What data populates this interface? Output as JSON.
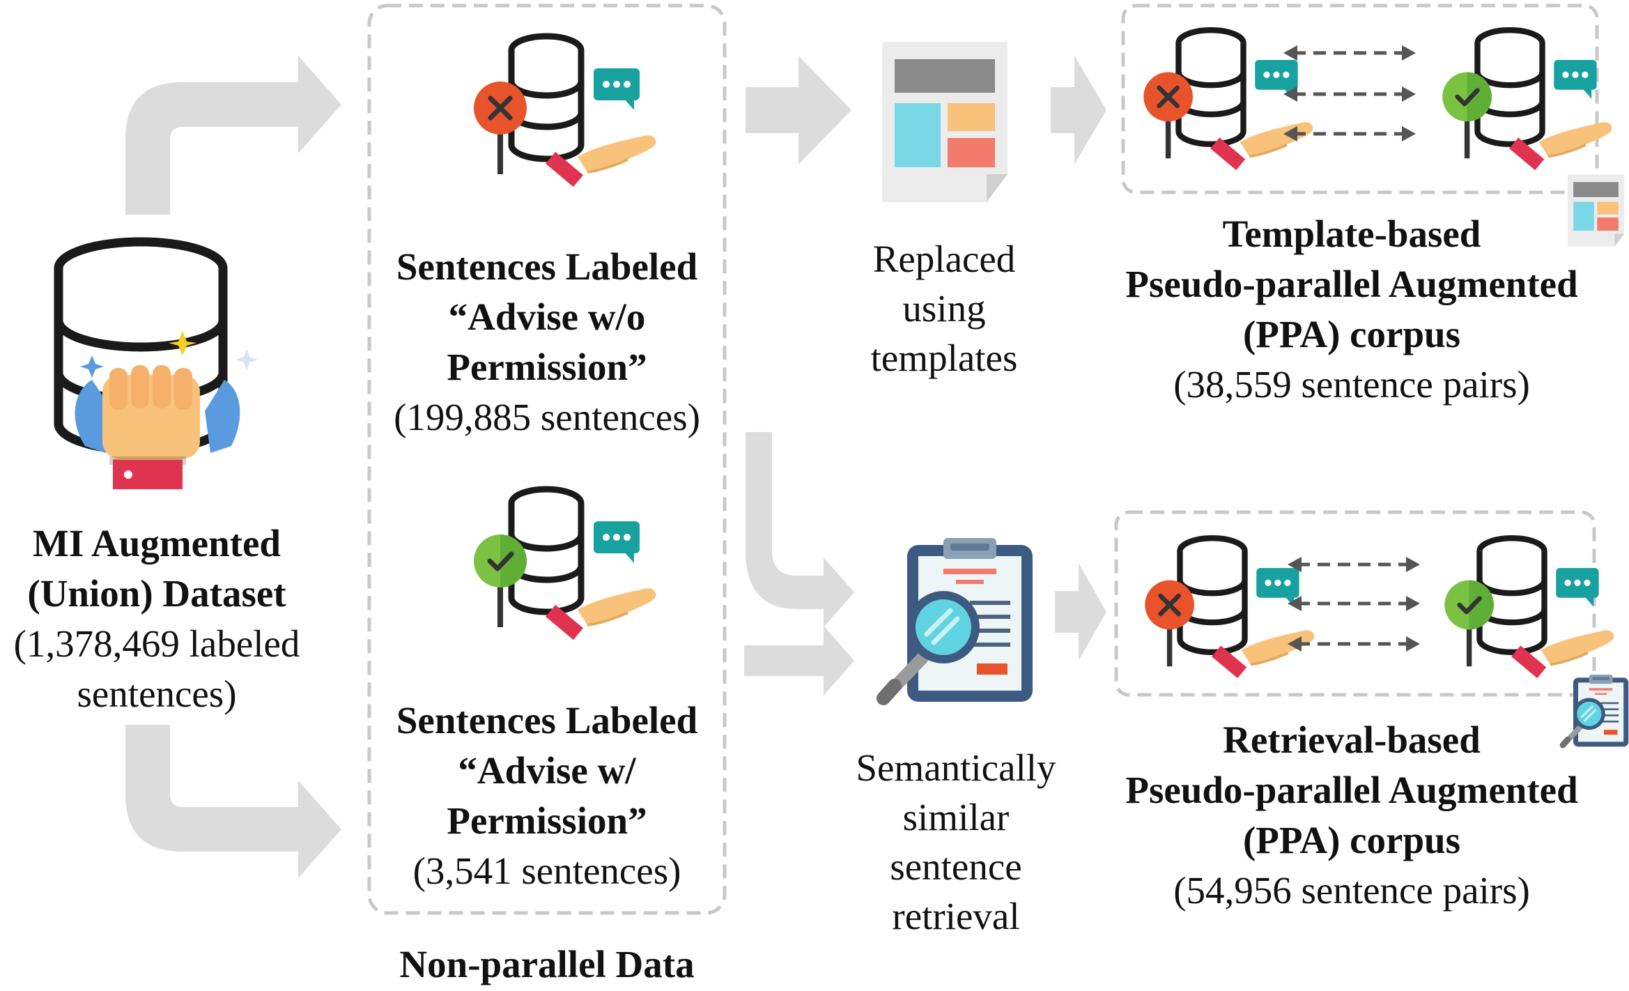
{
  "source": {
    "title_line1": "MI Augmented",
    "title_line2": "(Union) Dataset",
    "count_line1": "(1,378,469 labeled",
    "count_line2": "sentences)"
  },
  "non_parallel": {
    "caption": "Non-parallel Data",
    "advise_without": {
      "line1": "Sentences Labeled",
      "line2": "“Advise w/o",
      "line3": "Permission”",
      "count": "(199,885 sentences)"
    },
    "advise_with": {
      "line1": "Sentences Labeled",
      "line2": "“Advise w/",
      "line3": "Permission”",
      "count": "(3,541 sentences)"
    }
  },
  "steps": {
    "template_step": {
      "line1": "Replaced",
      "line2": "using",
      "line3": "templates"
    },
    "retrieval_step": {
      "line1": "Semantically",
      "line2": "similar",
      "line3": "sentence",
      "line4": "retrieval"
    }
  },
  "outputs": {
    "template_ppa": {
      "line1": "Template-based",
      "line2": "Pseudo-parallel Augmented",
      "line3": "(PPA) corpus",
      "count": "(38,559 sentence pairs)"
    },
    "retrieval_ppa": {
      "line1": "Retrieval-based",
      "line2": "Pseudo-parallel Augmented",
      "line3": "(PPA) corpus",
      "count": "(54,956 sentence pairs)"
    }
  },
  "colors": {
    "flow_arrow": "#dcdcdc",
    "dashed_box": "#c8c8c8",
    "db_stroke": "#1a1a1a",
    "badge_red": "#e8532b",
    "badge_green": "#7cc242",
    "chat_teal": "#17a2a0",
    "hand": "#f8c27a",
    "cuff": "#e0334f",
    "fist_shirt": "#5a9be0",
    "paper": "#ececec",
    "clipboard": "#3d5a80",
    "lens": "#5fd3e0"
  },
  "icons": {
    "source": "database-fist-icon",
    "db_with_x": "database-x-badge-icon",
    "db_with_check": "database-check-badge-icon",
    "template": "template-document-icon",
    "retrieval": "clipboard-magnifier-icon",
    "bidirectional": "bidirectional-dashed-arrow-icon"
  }
}
